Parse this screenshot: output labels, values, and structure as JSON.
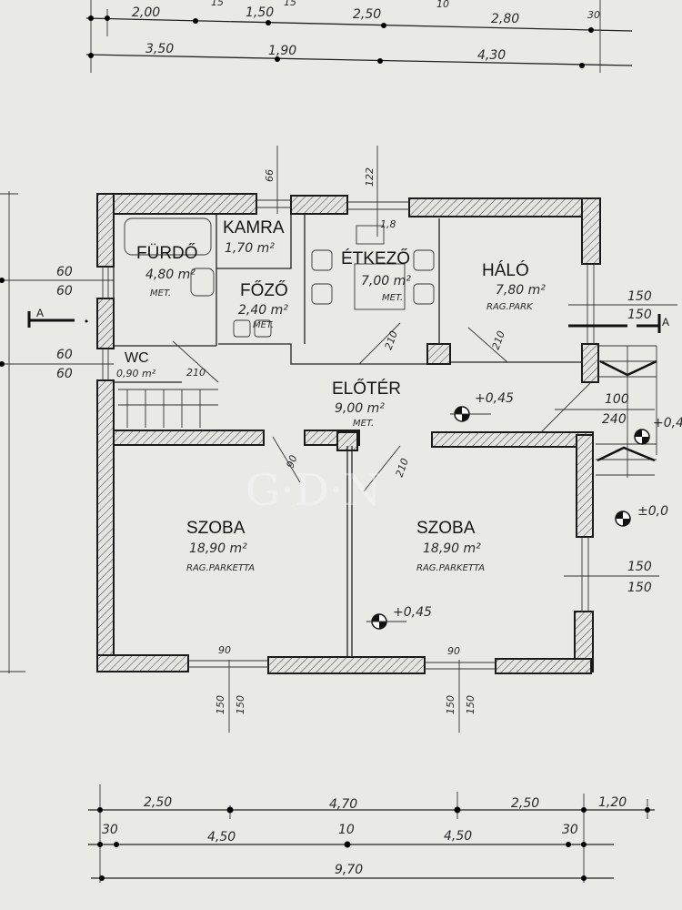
{
  "plan": {
    "rooms": {
      "furdo": {
        "name": "FÜRDŐ",
        "area": "4,80 m²",
        "floor": "MET."
      },
      "kamra": {
        "name": "KAMRA",
        "area": "1,70 m²"
      },
      "fozo": {
        "name": "FŐZŐ",
        "area": "2,40 m²",
        "floor": "MET."
      },
      "etkezo": {
        "name": "ÉTKEZŐ",
        "area": "7,00 m²",
        "floor": "MET.",
        "window": "1,8"
      },
      "halo": {
        "name": "HÁLÓ",
        "area": "7,80 m²",
        "floor": "RAG.PARK"
      },
      "wc": {
        "name": "WC",
        "area": "0,90 m²"
      },
      "eloter": {
        "name": "ELŐTÉR",
        "area": "9,00 m²",
        "floor": "MET."
      },
      "szoba1": {
        "name": "SZOBA",
        "area": "18,90 m²",
        "floor": "RAG.PARKETTA",
        "window": "90"
      },
      "szoba2": {
        "name": "SZOBA",
        "area": "18,90 m²",
        "floor": "RAG.PARKETTA",
        "window": "90"
      }
    },
    "levels": [
      "+0,45",
      "+0,45",
      "±0,0",
      "+0,4"
    ],
    "section_marker": "A",
    "doors": [
      "210",
      "90",
      "210",
      "210",
      "210"
    ],
    "top_dims_row1": [
      "2,00",
      "15",
      "1,50",
      "15",
      "2,50",
      "10",
      "2,80",
      "30"
    ],
    "top_dims_row2": [
      "3,50",
      "1,90",
      "4,30"
    ],
    "bottom_dims_row1": [
      "2,50",
      "4,70",
      "2,50",
      "1,20"
    ],
    "bottom_dims_row2": [
      "30",
      "4,50",
      "10",
      "4,50",
      "30"
    ],
    "bottom_dims_row3": [
      "9,70"
    ],
    "left_dims": [
      "60",
      "60",
      "60",
      "60"
    ],
    "right_dims": [
      "150",
      "150",
      "100",
      "240",
      "150",
      "150"
    ],
    "window_sills": [
      "150",
      "150",
      "150",
      "150"
    ],
    "top_window_dims": [
      "66",
      "122"
    ],
    "watermark": "GDN"
  }
}
